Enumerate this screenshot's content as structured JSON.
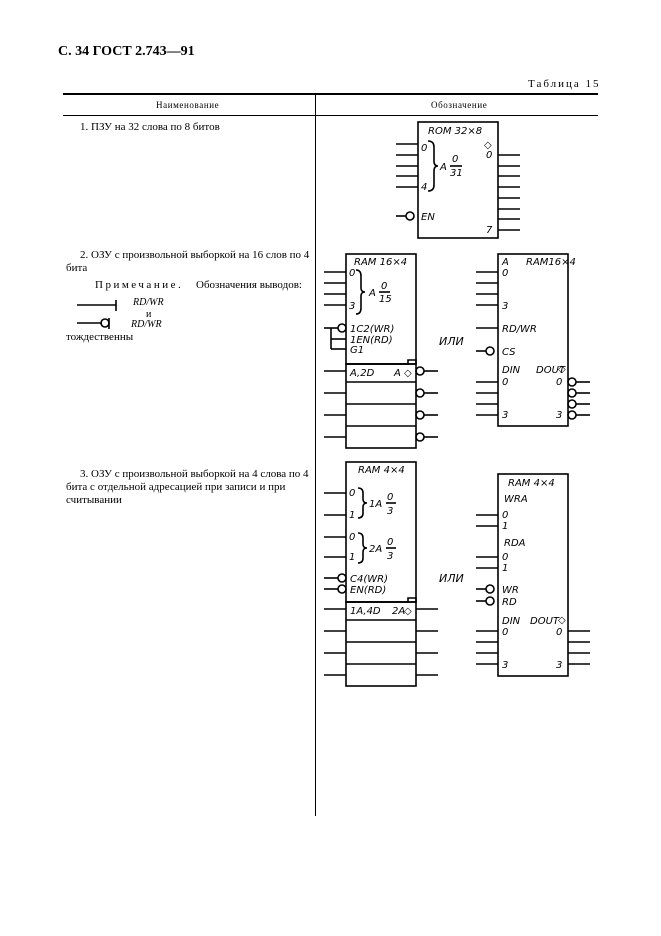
{
  "page_header": "С. 34 ГОСТ 2.743—91",
  "table_caption": "Таблица 15",
  "columns": {
    "name": "Наименование",
    "symbol": "Обозначение"
  },
  "rows": [
    {
      "text": "1. ПЗУ на 32 слова по 8 битов"
    },
    {
      "text": "2. ОЗУ с произвольной выборкой на 16 слов по 4 бита",
      "note_title": "Примечание.",
      "note_text": "Обозначения выводов:",
      "pin_label_1": "RD/WR",
      "and_word": "и",
      "pin_label_2": "RD/WR",
      "note_end": "тождественны"
    },
    {
      "text": "3. ОЗУ с произвольной выборкой на 4 слова по 4 бита с отдельной адресацией при записи и при считывании"
    }
  ],
  "diagrams": {
    "rom": {
      "title": "ROM 32×8",
      "a_label": "A",
      "frac_top": "0",
      "frac_bottom": "31",
      "in_top": "0",
      "in_bottom": "4",
      "en": "EN",
      "out_top": "0",
      "out_bottom": "7",
      "tri": "◇"
    },
    "ram16_left": {
      "title": "RAM 16×4",
      "in_top": "0",
      "in_bottom": "3",
      "a_label": "A",
      "frac_top": "0",
      "frac_bottom": "15",
      "c2": "1C2(WR)",
      "en": "1EN(RD)",
      "g1": "G1",
      "data_head": "A,2D",
      "a_out": "A"
    },
    "ram16_right": {
      "title": "RAM16×4",
      "a": "A",
      "a0": "0",
      "a3": "3",
      "rdwr": "RD/WR",
      "cs": "CS",
      "din": "DIN",
      "dout": "DOUT",
      "d0": "0",
      "d3": "3",
      "o0": "0",
      "o3": "3"
    },
    "ram4_left": {
      "title": "RAM 4×4",
      "a1": "1A",
      "a2": "2A",
      "f1_top": "0",
      "f1_bottom": "3",
      "f2_top": "0",
      "f2_bottom": "3",
      "p0": "0",
      "p1": "1",
      "q0": "0",
      "q1": "1",
      "c4": "C4(WR)",
      "en": "EN(RD)",
      "data_head": "1A,4D",
      "a_out": "2A"
    },
    "ram4_right": {
      "title": "RAM 4×4",
      "wra": "WRA",
      "w0": "0",
      "w1": "1",
      "rda": "RDA",
      "r0": "0",
      "r1": "1",
      "wr": "WR",
      "rd": "RD",
      "din": "DIN",
      "dout": "DOUT",
      "d0": "0",
      "d3": "3",
      "o0": "0",
      "o3": "3"
    },
    "or_word": "ИЛИ"
  }
}
